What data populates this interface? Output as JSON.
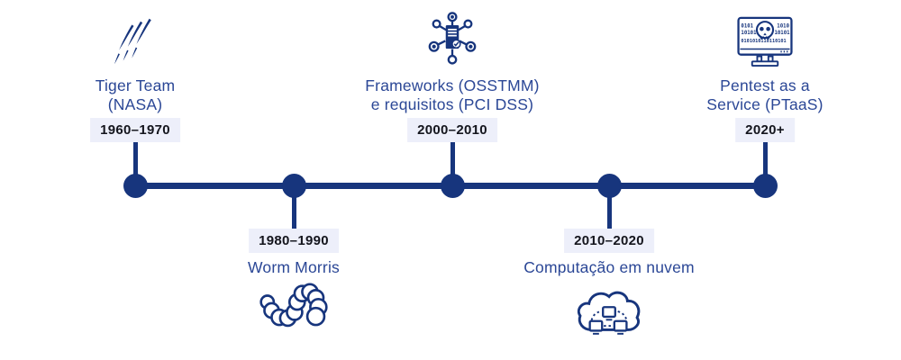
{
  "colors": {
    "navy": "#17357d",
    "title_blue": "#2b4796",
    "date_text": "#14151d",
    "chip_bg": "#edeffa",
    "background": "#ffffff"
  },
  "timeline": {
    "milestones": [
      {
        "id": "tiger-team",
        "position": "top",
        "date": "1960–1970",
        "title_lines": [
          "Tiger Team",
          "(NASA)"
        ],
        "icon": "claw-marks-icon"
      },
      {
        "id": "worm-morris",
        "position": "bottom",
        "date": "1980–1990",
        "title_lines": [
          "Worm Morris"
        ],
        "icon": "worm-icon"
      },
      {
        "id": "frameworks",
        "position": "top",
        "date": "2000–2010",
        "title_lines": [
          "Frameworks (OSSTMM)",
          "e requisitos (PCI DSS)"
        ],
        "icon": "network-document-icon"
      },
      {
        "id": "cloud-computing",
        "position": "bottom",
        "date": "2010–2020",
        "title_lines": [
          "Computação em nuvem"
        ],
        "icon": "cloud-network-icon"
      },
      {
        "id": "ptaas",
        "position": "top",
        "date": "2020+",
        "title_lines": [
          "Pentest as a",
          "Service (PTaaS)"
        ],
        "icon": "skull-monitor-icon"
      }
    ]
  },
  "icons": {
    "ptaas_binary": [
      "0101",
      "10101",
      "1010",
      "10101",
      "0101010110110101"
    ]
  }
}
